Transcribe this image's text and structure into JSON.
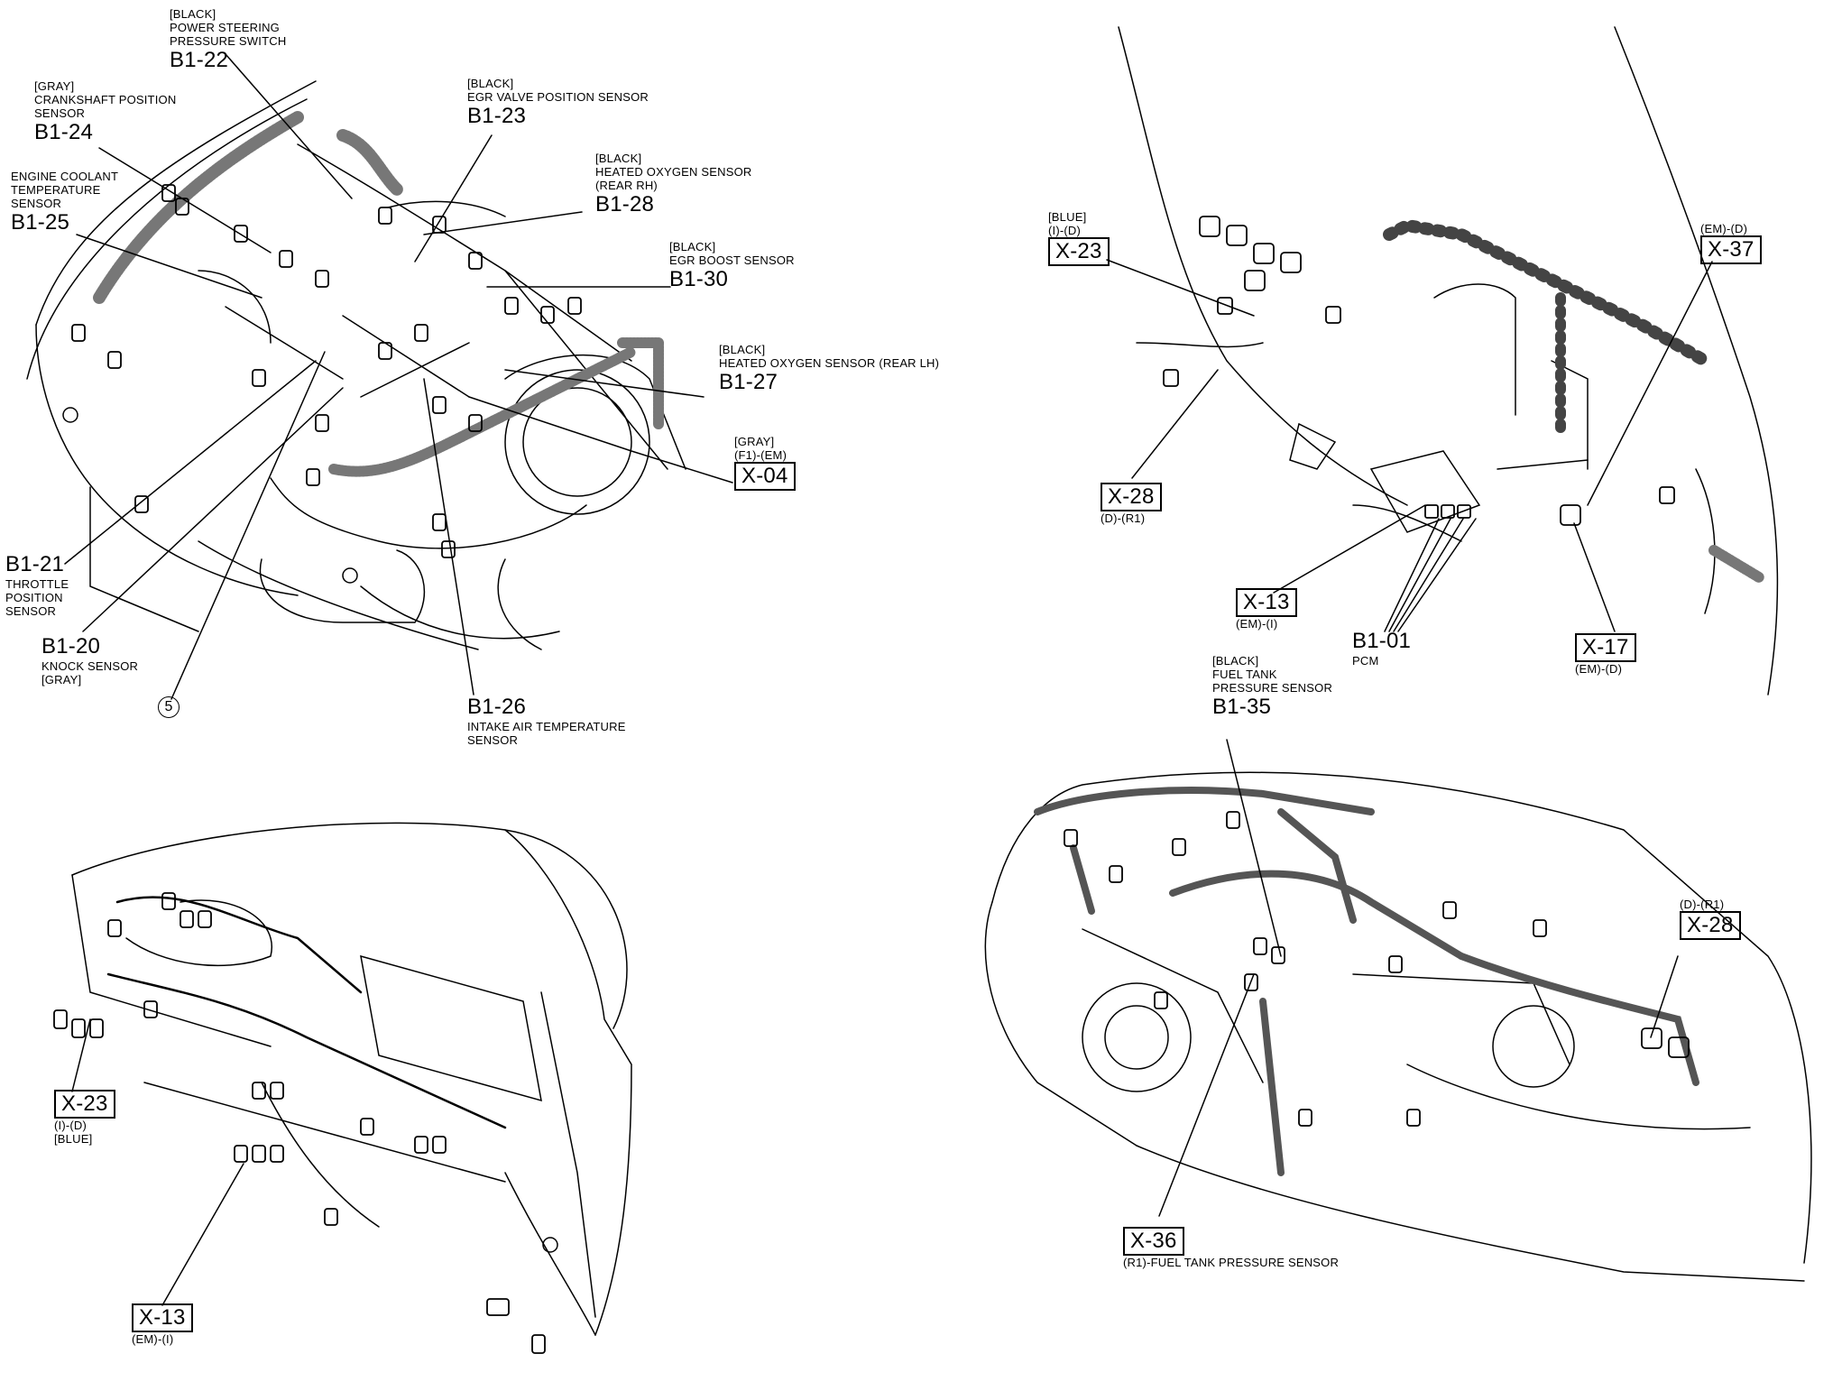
{
  "title": "Engine / Dashboard / Body Harness Connector Locations",
  "panels": {
    "engine_compartment": {
      "labels": [
        {
          "id": "B1-22",
          "color": "[BLACK]",
          "desc": [
            "POWER STEERING",
            "PRESSURE SWITCH"
          ]
        },
        {
          "id": "B1-24",
          "color": "[GRAY]",
          "desc": [
            "CRANKSHAFT POSITION",
            "SENSOR"
          ]
        },
        {
          "id": "B1-25",
          "color": "",
          "desc": [
            "ENGINE COOLANT",
            "TEMPERATURE",
            "SENSOR"
          ]
        },
        {
          "id": "B1-23",
          "color": "[BLACK]",
          "desc": [
            "EGR VALVE POSITION SENSOR"
          ]
        },
        {
          "id": "B1-28",
          "color": "[BLACK]",
          "desc": [
            "HEATED OXYGEN SENSOR",
            "(REAR RH)"
          ]
        },
        {
          "id": "B1-30",
          "color": "[BLACK]",
          "desc": [
            "EGR BOOST SENSOR"
          ]
        },
        {
          "id": "B1-27",
          "color": "[BLACK]",
          "desc": [
            "HEATED OXYGEN SENSOR (REAR LH)"
          ]
        },
        {
          "id": "X-04",
          "color": "[GRAY]",
          "desc": [
            "(F1)-(EM)"
          ],
          "boxed": true
        },
        {
          "id": "B1-21",
          "color": "",
          "desc": [
            "THROTTLE",
            "POSITION",
            "SENSOR"
          ]
        },
        {
          "id": "B1-20",
          "color": "[GRAY]",
          "desc": [
            "KNOCK SENSOR"
          ]
        },
        {
          "id": "B1-26",
          "color": "",
          "desc": [
            "INTAKE AIR TEMPERATURE",
            "SENSOR"
          ]
        }
      ],
      "callout_number": "5"
    },
    "interior_pcm": {
      "labels": [
        {
          "id": "X-23",
          "color": "[BLUE]",
          "desc": [
            "(I)-(D)"
          ],
          "boxed": true
        },
        {
          "id": "X-37",
          "color": "",
          "desc": [
            "(EM)-(D)"
          ],
          "boxed": true
        },
        {
          "id": "X-28",
          "color": "",
          "desc": [
            "(D)-(R1)"
          ],
          "boxed": true
        },
        {
          "id": "X-13",
          "color": "",
          "desc": [
            "(EM)-(I)"
          ],
          "boxed": true
        },
        {
          "id": "B1-01",
          "color": "",
          "desc": [
            "PCM"
          ]
        },
        {
          "id": "X-17",
          "color": "",
          "desc": [
            "(EM)-(D)"
          ],
          "boxed": true
        }
      ]
    },
    "dashboard": {
      "labels": [
        {
          "id": "X-23",
          "color": "[BLUE]",
          "desc": [
            "(I)-(D)"
          ],
          "boxed": true
        },
        {
          "id": "X-13",
          "color": "",
          "desc": [
            "(EM)-(I)"
          ],
          "boxed": true
        }
      ]
    },
    "body": {
      "labels": [
        {
          "id": "B1-35",
          "color": "[BLACK]",
          "desc": [
            "FUEL TANK",
            "PRESSURE SENSOR"
          ]
        },
        {
          "id": "X-28",
          "color": "",
          "desc": [
            "(D)-(R1)"
          ],
          "boxed": true
        },
        {
          "id": "X-36",
          "color": "",
          "desc": [
            "(R1)-FUEL TANK PRESSURE SENSOR"
          ],
          "boxed": true
        }
      ]
    }
  }
}
